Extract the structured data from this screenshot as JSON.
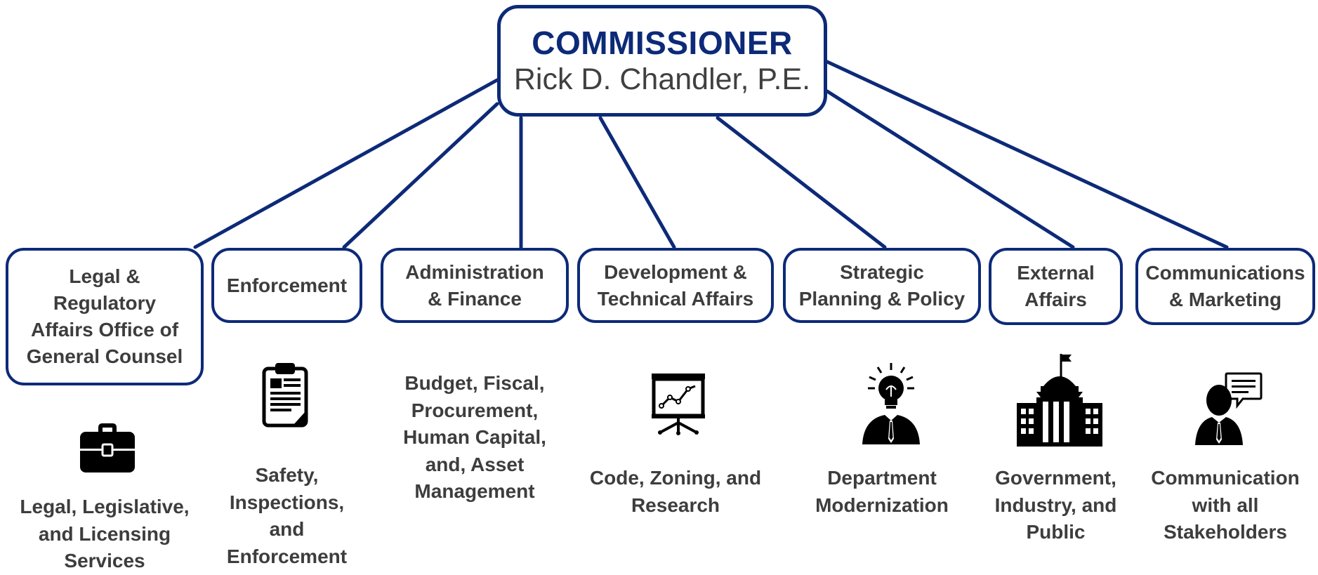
{
  "commissioner": {
    "title": "COMMISSIONER",
    "name": "Rick D. Chandler, P.E."
  },
  "departments": [
    {
      "label": "Legal & Regulatory Affairs Office of General Counsel",
      "lines": [
        "Legal &",
        "Regulatory",
        "Affairs Office of",
        "General Counsel"
      ],
      "icon": "briefcase-icon",
      "description": [
        "Legal, Legislative,",
        "and Licensing",
        "Services"
      ]
    },
    {
      "label": "Enforcement",
      "lines": [
        "Enforcement"
      ],
      "icon": "clipboard-icon",
      "description": [
        "Safety,",
        "Inspections,",
        "and",
        "Enforcement"
      ]
    },
    {
      "label": "Administration & Finance",
      "lines": [
        "Administration",
        "& Finance"
      ],
      "icon": "",
      "description": [
        "Budget, Fiscal,",
        "Procurement,",
        "Human Capital,",
        "and, Asset",
        "Management"
      ]
    },
    {
      "label": "Development & Technical Affairs",
      "lines": [
        "Development &",
        "Technical Affairs"
      ],
      "icon": "presentation-chart-icon",
      "description": [
        "Code, Zoning, and",
        "Research"
      ]
    },
    {
      "label": "Strategic Planning & Policy",
      "lines": [
        "Strategic",
        "Planning & Policy"
      ],
      "icon": "idea-person-icon",
      "description": [
        "Department",
        "Modernization"
      ]
    },
    {
      "label": "External Affairs",
      "lines": [
        "External",
        "Affairs"
      ],
      "icon": "government-building-icon",
      "description": [
        "Government,",
        "Industry, and",
        "Public"
      ]
    },
    {
      "label": "Communications & Marketing",
      "lines": [
        "Communications",
        "& Marketing"
      ],
      "icon": "speaking-person-icon",
      "description": [
        "Communication",
        "with all",
        "Stakeholders"
      ]
    }
  ],
  "colors": {
    "accent": "#0d2a78",
    "text": "#3d3d3d",
    "icon": "#000000"
  }
}
